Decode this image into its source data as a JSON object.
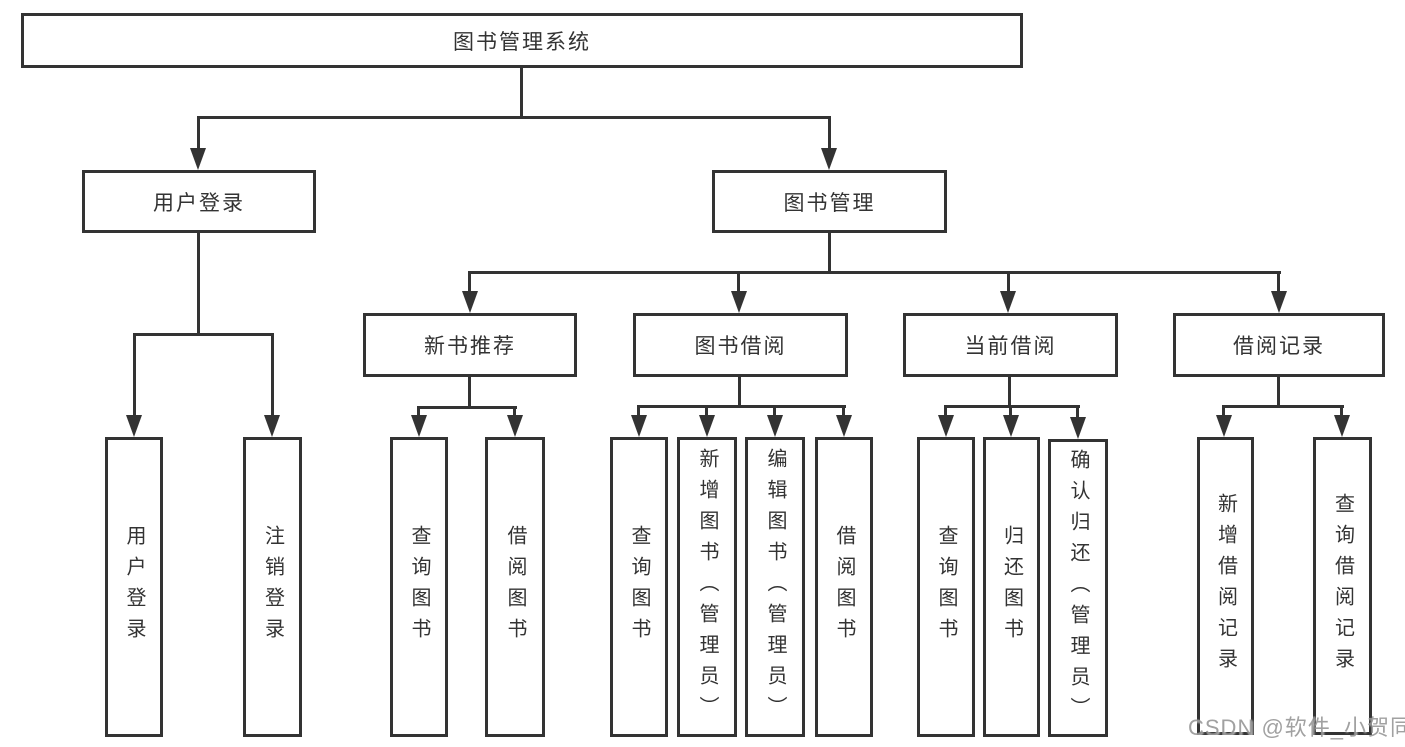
{
  "tree": {
    "label": "图书管理系统",
    "children": [
      {
        "label": "用户登录",
        "children": [
          {
            "label": "用户登录"
          },
          {
            "label": "注销登录"
          }
        ]
      },
      {
        "label": "图书管理",
        "children": [
          {
            "label": "新书推荐",
            "children": [
              {
                "label": "查询图书"
              },
              {
                "label": "借阅图书"
              }
            ]
          },
          {
            "label": "图书借阅",
            "children": [
              {
                "label": "查询图书"
              },
              {
                "label": "新增图书（管理员）"
              },
              {
                "label": "编辑图书（管理员）"
              },
              {
                "label": "借阅图书"
              }
            ]
          },
          {
            "label": "当前借阅",
            "children": [
              {
                "label": "查询图书"
              },
              {
                "label": "归还图书"
              },
              {
                "label": "确认归还（管理员）"
              }
            ]
          },
          {
            "label": "借阅记录",
            "children": [
              {
                "label": "新增借阅记录"
              },
              {
                "label": "查询借阅记录"
              }
            ]
          }
        ]
      }
    ]
  },
  "watermark": {
    "text": "CSDN @软件_小贺同学"
  },
  "colors": {
    "line": "#333333",
    "text": "#333333",
    "background": "#ffffff",
    "watermark": "#919191"
  }
}
